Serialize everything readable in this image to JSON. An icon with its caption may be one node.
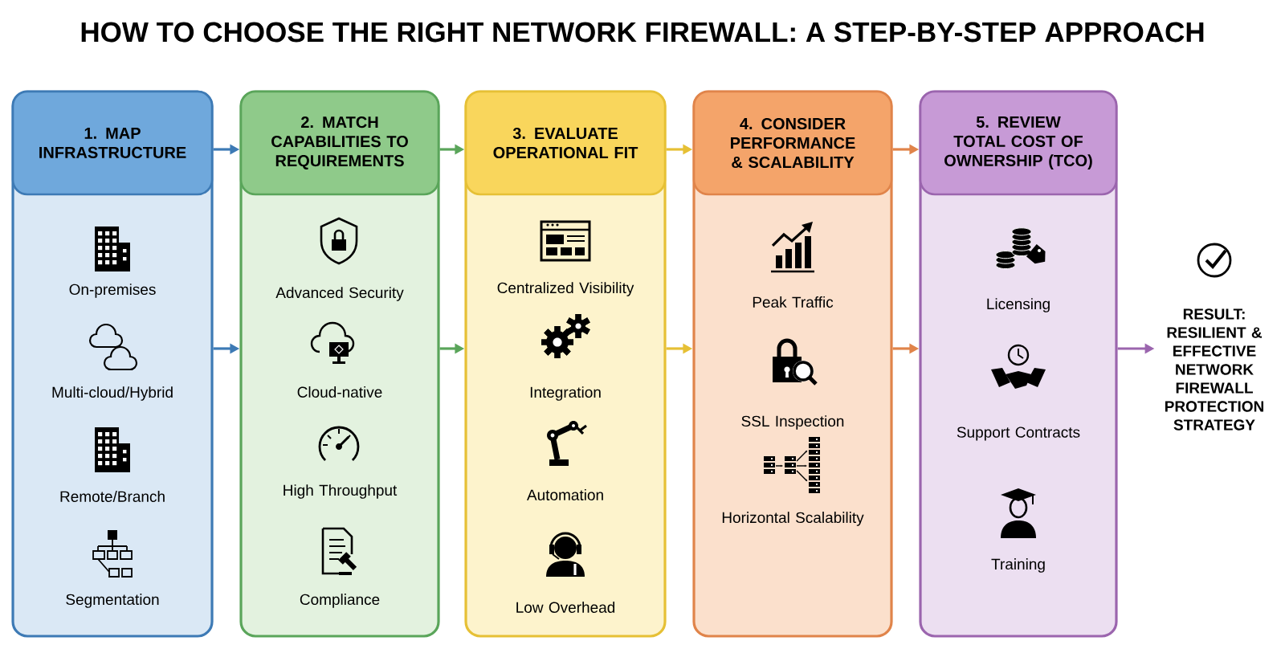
{
  "diagram": {
    "title": "HOW TO CHOOSE THE RIGHT NETWORK FIREWALL: A STEP-BY-STEP APPROACH",
    "nodes": [
      {
        "text": [
          "1. MAP INFRASTRUCTURE",
          "On-premises",
          "Multi-cloud/Hybrid",
          "Remote/Branch",
          "Segmentation"
        ]
      },
      {
        "text": [
          "2. MATCH CAPABILITIES TO REQUIREMENTS",
          "Advanced Security",
          "Cloud-native",
          "High Throughput",
          "Compliance"
        ]
      },
      {
        "text": [
          "3. EVALUATE OPERATIONAL FIT",
          "Centralized Visibility",
          "Integration",
          "Automation",
          "Low Overhead"
        ]
      },
      {
        "text": [
          "4. CONSIDER PERFORMANCE & SCALABILITY",
          "Peak Traffic",
          "SSL Inspection",
          "Horizontal Scalability"
        ]
      },
      {
        "text": [
          "5. REVIEW TOTAL COST OF OWNERSHIP (TCO)",
          "Licensing",
          "Support Contracts",
          "Training"
        ]
      },
      {
        "text": [
          "RESULT: RESILIENT & EFFECTIVE NETWORK FIREWALL PROTECTION STRATEGY"
        ]
      }
    ],
    "edges": [
      {
        "from": 0,
        "to": 1,
        "arrow": "to",
        "color": "#3d7ab5"
      },
      {
        "from": 0,
        "to": 1,
        "arrow": "to",
        "color": "#3d7ab5"
      },
      {
        "from": 1,
        "to": 2,
        "arrow": "to",
        "color": "#5aa55a"
      },
      {
        "from": 1,
        "to": 2,
        "arrow": "to",
        "color": "#5aa55a"
      },
      {
        "from": 2,
        "to": 3,
        "arrow": "to",
        "color": "#e6c035"
      },
      {
        "from": 2,
        "to": 3,
        "arrow": "to",
        "color": "#e6c035"
      },
      {
        "from": 3,
        "to": 4,
        "arrow": "to",
        "color": "#e0844a"
      },
      {
        "from": 3,
        "to": 4,
        "arrow": "to",
        "color": "#e0844a"
      },
      {
        "from": 4,
        "to": 5,
        "arrow": "to",
        "color": "#9b65ae"
      }
    ]
  }
}
